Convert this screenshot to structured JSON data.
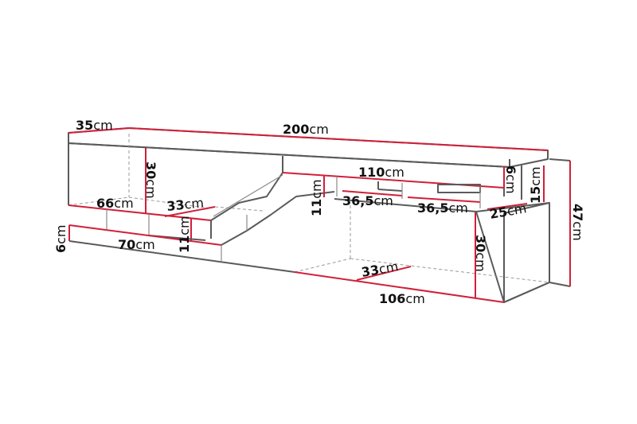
{
  "colors": {
    "dimension_line": "#d0203a",
    "outline": "#5a5a5a",
    "background": "#ffffff"
  },
  "dimensions": {
    "depth_top": {
      "value": "35",
      "unit": "cm"
    },
    "width_total": {
      "value": "200",
      "unit": "cm"
    },
    "left_height": {
      "value": "30",
      "unit": "cm"
    },
    "left_width": {
      "value": "66",
      "unit": "cm"
    },
    "left_depth": {
      "value": "33",
      "unit": "cm"
    },
    "left_step_height": {
      "value": "11",
      "unit": "cm"
    },
    "plinth_height": {
      "value": "6",
      "unit": "cm"
    },
    "plinth_width": {
      "value": "70",
      "unit": "cm"
    },
    "mid_step_height": {
      "value": "11",
      "unit": "cm"
    },
    "shelf_width": {
      "value": "110",
      "unit": "cm"
    },
    "compartment_1": {
      "value": "36,5",
      "unit": "cm"
    },
    "compartment_2": {
      "value": "36,5",
      "unit": "cm"
    },
    "shelf_height": {
      "value": "6",
      "unit": "cm"
    },
    "right_gap_height": {
      "value": "15",
      "unit": "cm"
    },
    "right_depth": {
      "value": "25",
      "unit": "cm"
    },
    "total_height": {
      "value": "47",
      "unit": "cm"
    },
    "right_height": {
      "value": "30",
      "unit": "cm"
    },
    "right_inner_depth": {
      "value": "33",
      "unit": "cm"
    },
    "right_width": {
      "value": "106",
      "unit": "cm"
    }
  }
}
